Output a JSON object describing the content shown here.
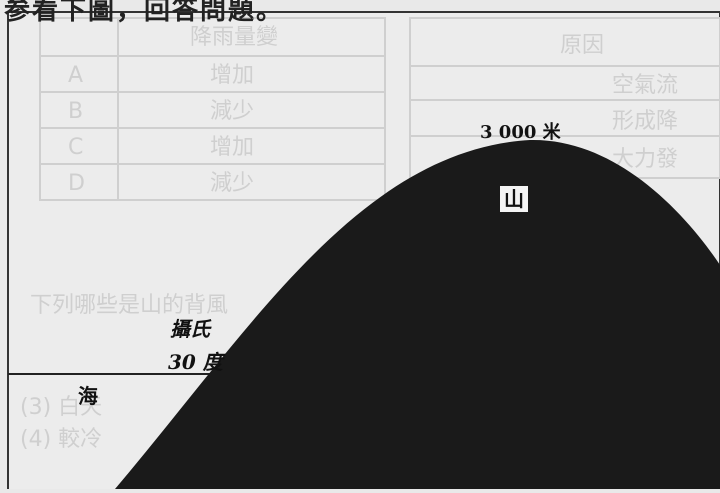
{
  "header": {
    "text": "参看下圖，回答問題。"
  },
  "labels": {
    "peak_height": "3 000 米",
    "mountain": "山",
    "temperature_line1": "攝氏",
    "temperature_line2": "30 度",
    "sea": "海"
  },
  "colors": {
    "background": "#e9e9e9",
    "mountain_fill": "#1a1a1a",
    "frame": "#333333",
    "ghost_text": "#cfcfcf"
  },
  "ghost_background": {
    "table_left": {
      "header": "降雨量變",
      "rows": [
        [
          "A",
          "增加"
        ],
        [
          "B",
          "減少"
        ],
        [
          "C",
          "增加"
        ],
        [
          "D",
          "減少"
        ]
      ]
    },
    "table_right": {
      "header": "原因",
      "rows": [
        "空氣流",
        "形成降",
        "大力發"
      ]
    },
    "question_text": "下列哪些是山的背風",
    "options": [
      "(3) 白天",
      "(4) 較冷"
    ]
  }
}
